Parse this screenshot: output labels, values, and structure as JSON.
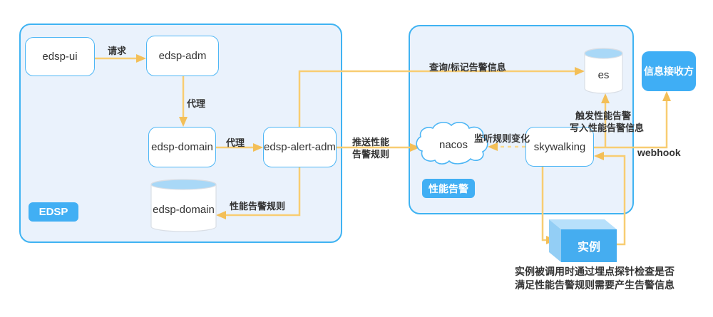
{
  "diagram": {
    "groups": {
      "edsp": {
        "badge": "EDSP"
      },
      "perf": {
        "badge": "性能告警"
      }
    },
    "nodes": {
      "edsp_ui": "edsp-ui",
      "edsp_adm": "edsp-adm",
      "edsp_domain": "edsp-domain",
      "edsp_alert_adm": "edsp-alert-adm",
      "edsp_domain_db": "edsp-domain",
      "es": "es",
      "nacos": "nacos",
      "skywalking": "skywalking",
      "receiver": "信息接收方",
      "instance": "实例"
    },
    "edges": {
      "request": "请求",
      "proxy_adm": "代理",
      "proxy_domain": "代理",
      "push_rules_line1": "推送性能",
      "push_rules_line2": "告警规则",
      "perf_alert_rules": "性能告警规则",
      "query_mark_alert": "查询/标记告警信息",
      "listen_rule_change": "监听规则变化",
      "trigger_perf_alert": "触发性能告警",
      "write_perf_alert": "写入性能告警信息",
      "webhook": "webhook"
    },
    "note": {
      "line1": "实例被调用时通过埋点探针检查是否",
      "line2": "满足性能告警规则需要产生告警信息"
    },
    "colors": {
      "group_fill": "#EAF2FC",
      "group_border": "#3FB3F2",
      "node_border": "#4DB6F5",
      "badge_blue": "#41AFF4",
      "arrow_yellow": "#F8CD72",
      "arrowhead_yellow": "#F3BF58",
      "cylinder_top": "#A9D8F7",
      "cube_front": "#45ADF0",
      "cube_top": "#B7E0FB",
      "cube_side": "#93CEF5",
      "text": "#333333"
    }
  }
}
